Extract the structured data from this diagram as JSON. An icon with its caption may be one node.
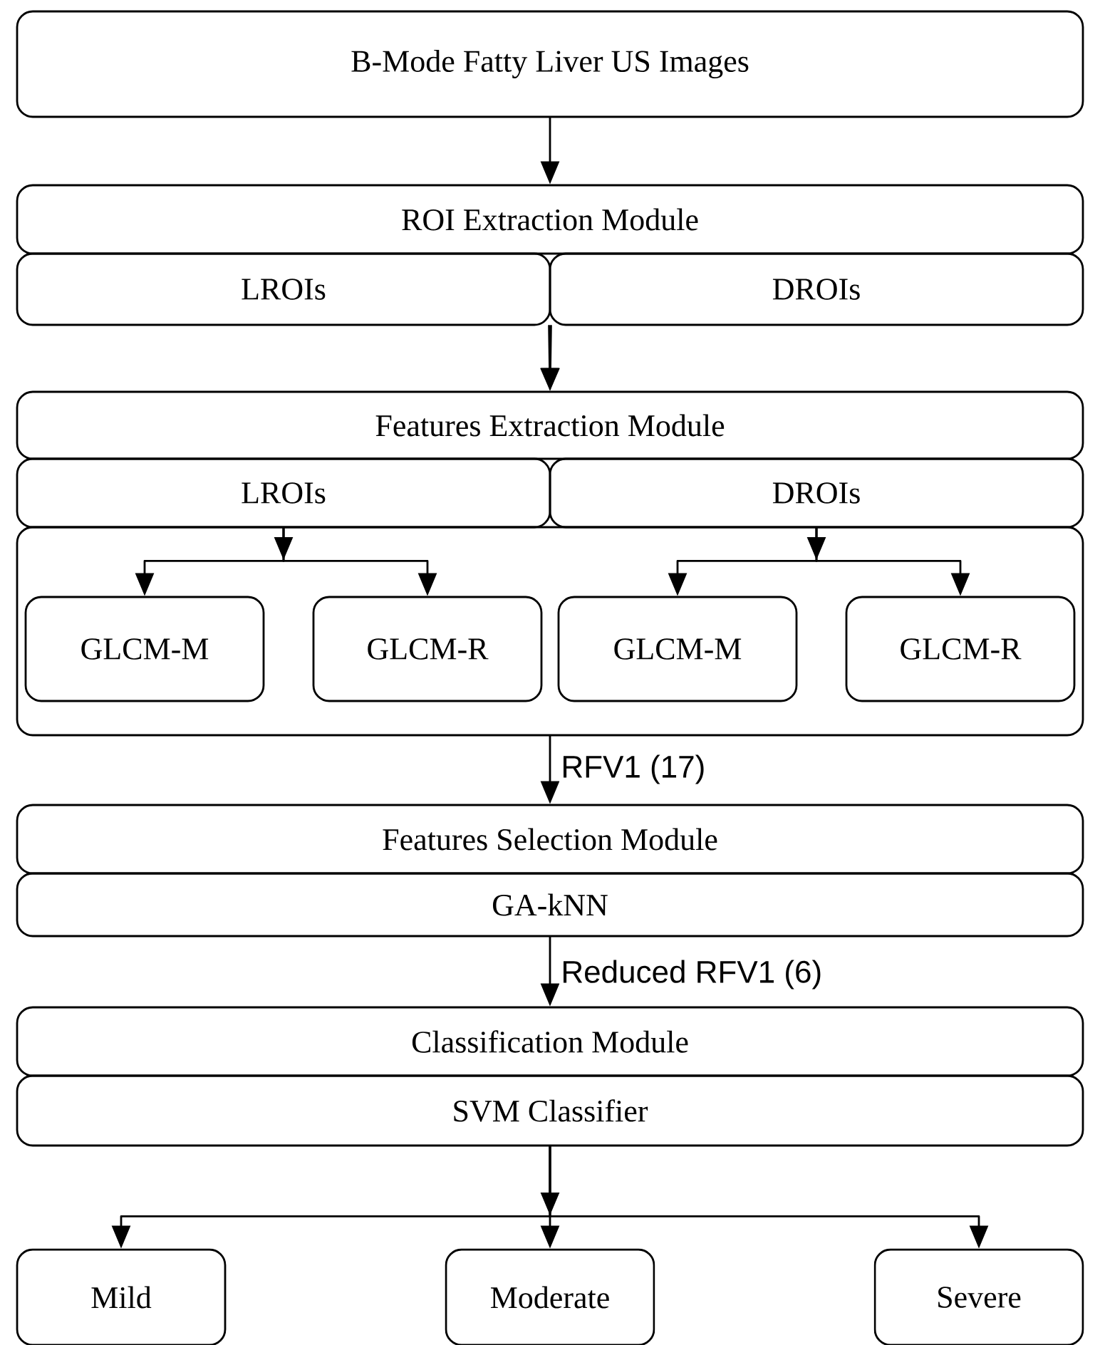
{
  "diagram": {
    "nodes": [
      {
        "text": [
          "B-Mode Fatty Liver US Images"
        ]
      },
      {
        "text": [
          "ROI Extraction Module"
        ]
      },
      {
        "text": [
          "LROIs"
        ]
      },
      {
        "text": [
          "DROIs"
        ]
      },
      {
        "text": [
          "Features Extraction Module"
        ]
      },
      {
        "text": [
          "LROIs"
        ]
      },
      {
        "text": [
          "DROIs"
        ]
      },
      {
        "text": [],
        "shape": "box"
      },
      {
        "text": [
          "GLCM-M"
        ],
        "in": 7
      },
      {
        "text": [
          "GLCM-R"
        ],
        "in": 7
      },
      {
        "text": [
          "GLCM-M"
        ],
        "in": 7
      },
      {
        "text": [
          "GLCM-R"
        ],
        "in": 7
      },
      {
        "text": [
          "Features Selection Module"
        ]
      },
      {
        "text": [
          "GA-kNN"
        ]
      },
      {
        "text": [
          "Classification Module"
        ]
      },
      {
        "text": [
          "SVM Classifier"
        ]
      },
      {
        "text": [
          "Mild"
        ]
      },
      {
        "text": [
          "Moderate"
        ]
      },
      {
        "text": [
          "Severe"
        ]
      }
    ],
    "edges": [
      {
        "from": 0,
        "to": 1,
        "arrow": "to"
      },
      {
        "from": 2,
        "to": 4,
        "arrow": "to"
      },
      {
        "from": 3,
        "to": 4,
        "arrow": "to"
      },
      {
        "from": 5,
        "to": 8,
        "arrow": "to"
      },
      {
        "from": 5,
        "to": 9,
        "arrow": "to"
      },
      {
        "from": 6,
        "to": 10,
        "arrow": "to"
      },
      {
        "from": 6,
        "to": 11,
        "arrow": "to"
      },
      {
        "from": 7,
        "to": 12,
        "label": "RFV1 (17)",
        "arrow": "to"
      },
      {
        "from": 13,
        "to": 14,
        "label": "Reduced RFV1 (6)",
        "arrow": "to"
      },
      {
        "from": 15,
        "to": 16,
        "arrow": "to"
      },
      {
        "from": 15,
        "to": 17,
        "arrow": "to"
      },
      {
        "from": 15,
        "to": 18,
        "arrow": "to"
      }
    ]
  }
}
